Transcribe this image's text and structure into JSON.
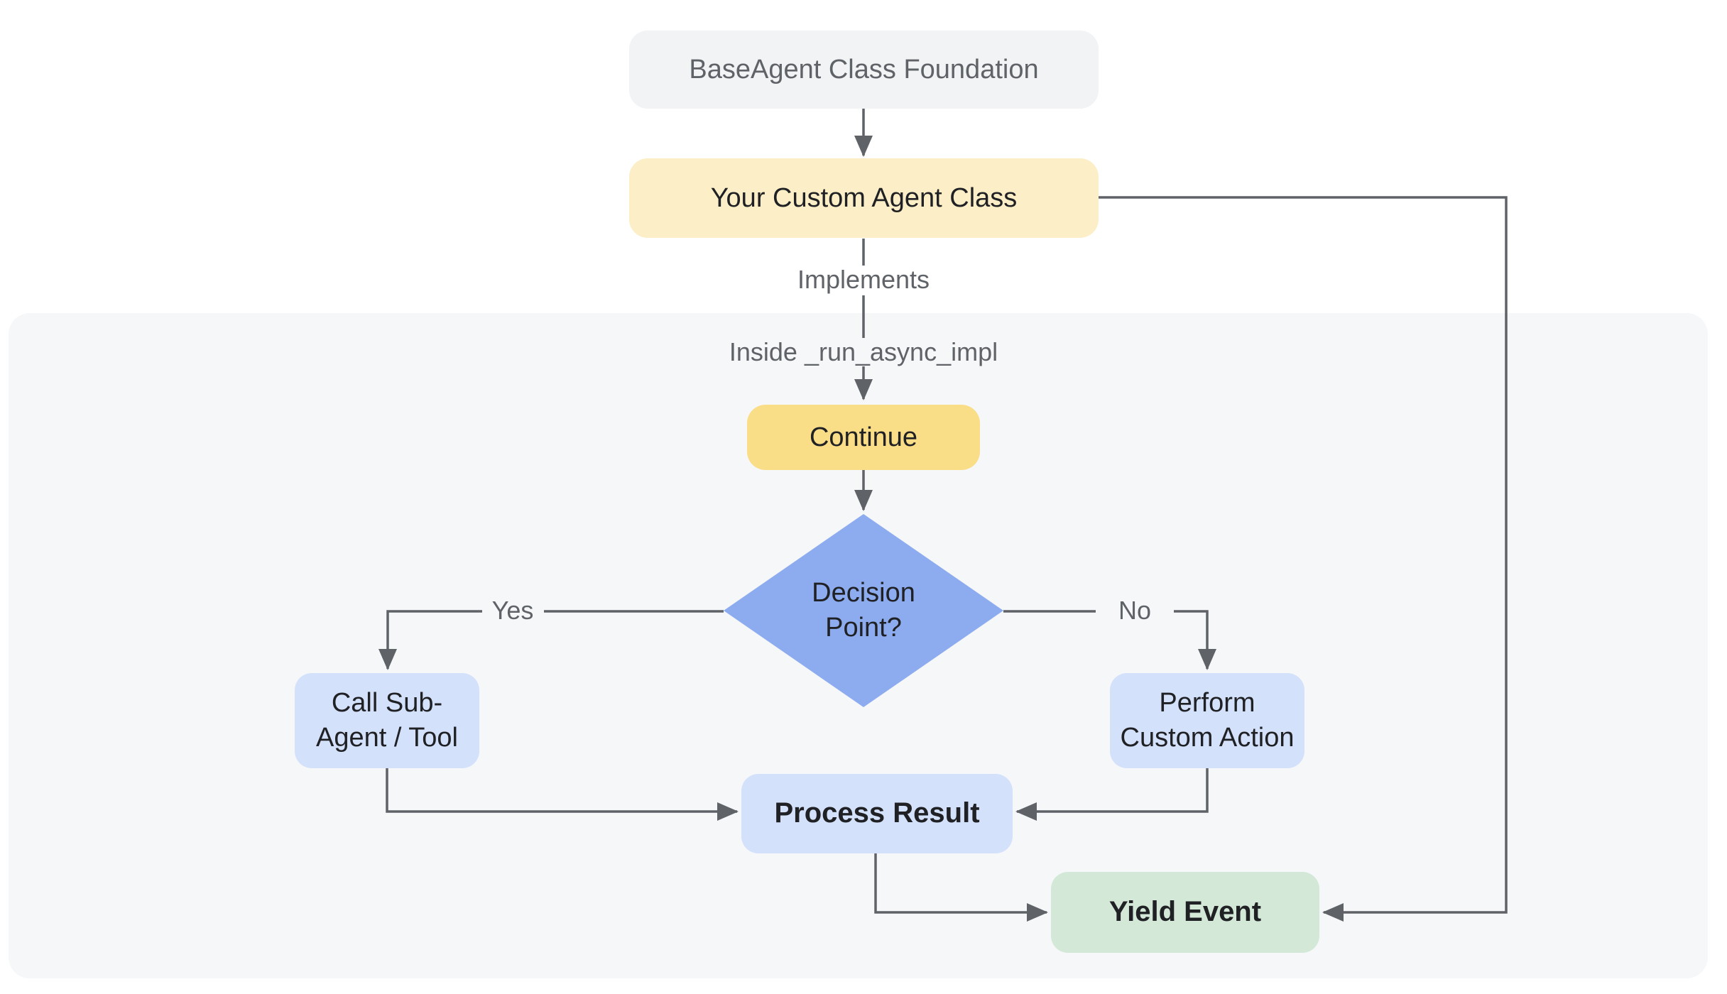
{
  "diagram": {
    "nodes": {
      "base_agent": {
        "label": "BaseAgent Class Foundation"
      },
      "custom_agent": {
        "label": "Your Custom Agent Class"
      },
      "continue_step": {
        "label": "Continue"
      },
      "decision": {
        "line1": "Decision",
        "line2": "Point?"
      },
      "call_sub_agent": {
        "line1": "Call Sub-",
        "line2": "Agent / Tool"
      },
      "perform_custom": {
        "line1": "Perform",
        "line2": "Custom Action"
      },
      "process_result": {
        "label": "Process Result"
      },
      "yield_event": {
        "label": "Yield Event"
      }
    },
    "edge_labels": {
      "implements": "Implements",
      "inside_impl": "Inside _run_async_impl",
      "yes": "Yes",
      "no": "No"
    },
    "colors": {
      "node_gray_bg": "#f1f3f4",
      "node_gray_text": "#5f6368",
      "pale_yellow": "#fcefc7",
      "gold": "#fadd87",
      "blue_diamond": "#8dacf0",
      "light_blue": "#d4e1fb",
      "light_green": "#d3e8d7",
      "container_bg": "#f6f7f9",
      "line": "#5f6368",
      "text_dark": "#202124",
      "label_gray": "#5f6368"
    }
  }
}
